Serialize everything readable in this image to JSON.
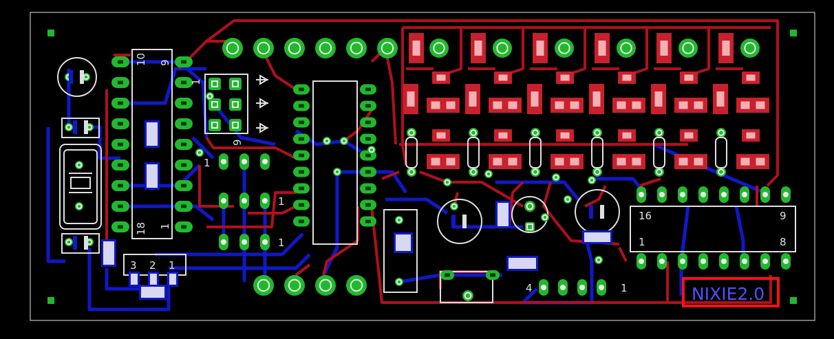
{
  "board": {
    "title_label": "NIXIE2.0"
  },
  "colors": {
    "background": "#000000",
    "outline": "#e8e8e8",
    "top_copper": "#b0101c",
    "bottom_copper": "#1018c8",
    "pad": "#22b82e",
    "pad_hole": "#e8f0e8",
    "smd_pad": "#c8202c",
    "silk": "#e0e0e0",
    "label_frame": "#ff1010",
    "label_text": "#5050ff",
    "mount_hole": "#22b82e"
  },
  "labels": {
    "u1_pin10": "10",
    "u1_pin9": "9",
    "u1_pin18": "18",
    "u1_pin1": "1",
    "header_a_pin1": "1",
    "header_a_pin9": "9",
    "header_b_pin1": "1",
    "header_c_pin1": "1",
    "header_d_pin1": "1",
    "reg_pin3": "3",
    "reg_pin2": "2",
    "reg_pin1": "1",
    "conn_pin4": "4",
    "conn_pin1": "1",
    "ic2_pin16": "16",
    "ic2_pin9": "9",
    "ic2_pin1": "1",
    "ic2_pin8": "8"
  }
}
